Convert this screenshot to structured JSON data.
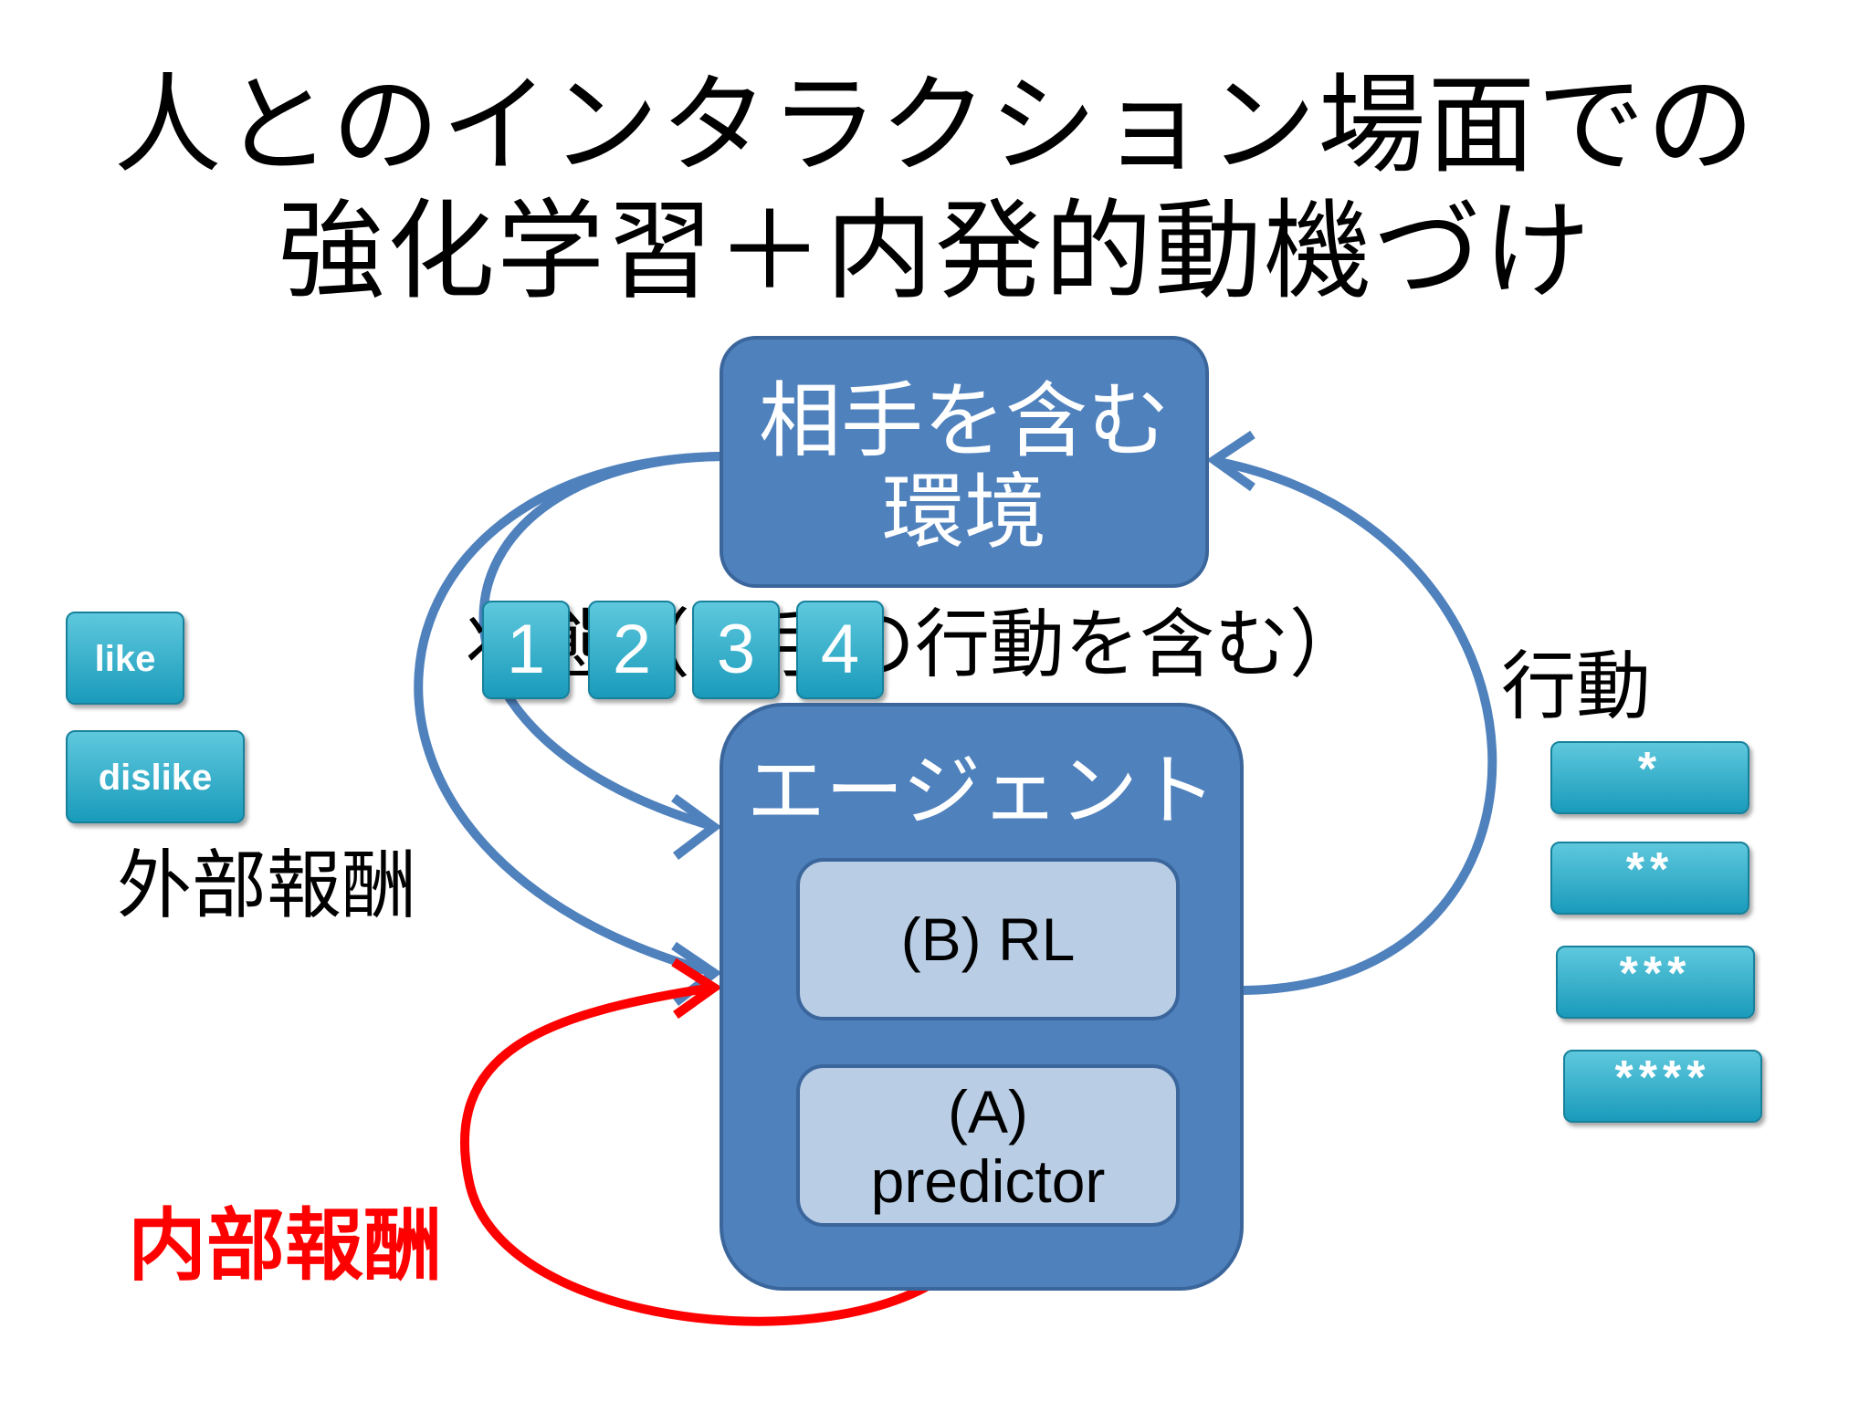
{
  "title": {
    "line1": "人とのインタラクション場面での",
    "line2": "強化学習＋内発的動機づけ"
  },
  "diagram": {
    "environment": {
      "line1": "相手を含む",
      "line2": "環境"
    },
    "agent": {
      "label": "エージェント",
      "rl_module": "(B) RL",
      "predictor_line1": "(A)",
      "predictor_line2": "predictor"
    },
    "state_label": "状態（相手の行動を含む）",
    "action_label": "行動",
    "external_reward_label": "外部報酬",
    "internal_reward_label": "内部報酬"
  },
  "feedback_buttons": {
    "like": "like",
    "dislike": "dislike"
  },
  "state_number_buttons": [
    "1",
    "2",
    "3",
    "4"
  ],
  "action_buttons": [
    "*",
    "**",
    "***",
    "****"
  ],
  "colors": {
    "box_fill": "#4f81bd",
    "inner_box_fill": "#b9cde5",
    "arrow_blue": "#4f81bd",
    "arrow_red": "#ff0000",
    "button_cyan": "#31b2cf"
  }
}
